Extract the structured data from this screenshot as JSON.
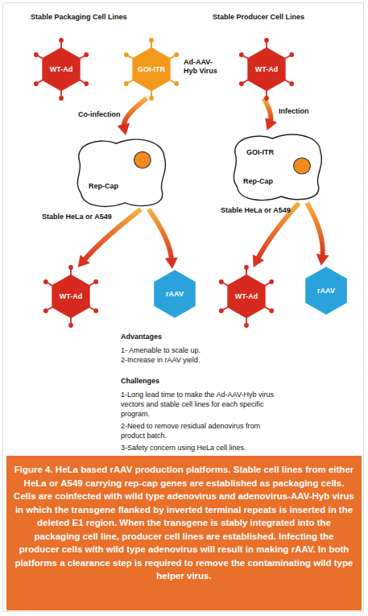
{
  "diagram": {
    "caption": "Figure 4. HeLa based rAAV production platforms. Stable cell lines from either HeLa or A549 carrying rep-cap genes are established as packaging cells. Cells are coinfected with wild type adenovirus and adenovirus-AAV-Hyb virus in which the transgene flanked by inverted terminal repeats is inserted in the deleted E1 region. When the transgene is stably integrated into the packaging cell line, producer cell lines are established. Infecting the producer cells with wild type adenovirus will result in making rAAV. In both platforms a clearance step is required to remove the contaminating wild type helper virus.",
    "nodes": [
      {
        "text": [
          "WT-Ad"
        ]
      },
      {
        "text": [
          "GOI-ITR",
          "Ad-AAV-Hyb Virus"
        ]
      },
      {
        "text": [
          "Rep-Cap"
        ]
      },
      {
        "text": [
          "WT-Ad"
        ]
      },
      {
        "text": [
          "rAAV"
        ]
      },
      {
        "text": [
          "WT-Ad"
        ]
      },
      {
        "text": [
          "GOI-ITR",
          "Rep-Cap"
        ]
      },
      {
        "text": [
          "WT-Ad"
        ]
      },
      {
        "text": [
          "rAAV"
        ]
      }
    ],
    "edges": [
      {
        "from": 1,
        "to": 2,
        "arrow": "to",
        "label": "Co-infection"
      },
      {
        "from": 2,
        "to": 3,
        "arrow": "to"
      },
      {
        "from": 2,
        "to": 4,
        "arrow": "to"
      },
      {
        "from": 5,
        "to": 6,
        "arrow": "to",
        "label": "Infection"
      },
      {
        "from": 6,
        "to": 7,
        "arrow": "to"
      },
      {
        "from": 6,
        "to": 8,
        "arrow": "to"
      }
    ],
    "labels": [
      "Stable Packaging Cell Lines",
      "Stable Producer Cell Lines",
      "Stable HeLa or A549",
      "Stable HeLa or A549",
      "Advantages",
      "1- Amenable to scale up.",
      "2-Increase in rAAV yield.",
      "Challenges",
      "1-Long lead time to make the Ad-AAV-Hyb virus vectors and stable cell lines for each specific program.",
      "2-Need to remove residual adenovirus from product batch.",
      "3-Safety concern using HeLa cell lines."
    ]
  }
}
